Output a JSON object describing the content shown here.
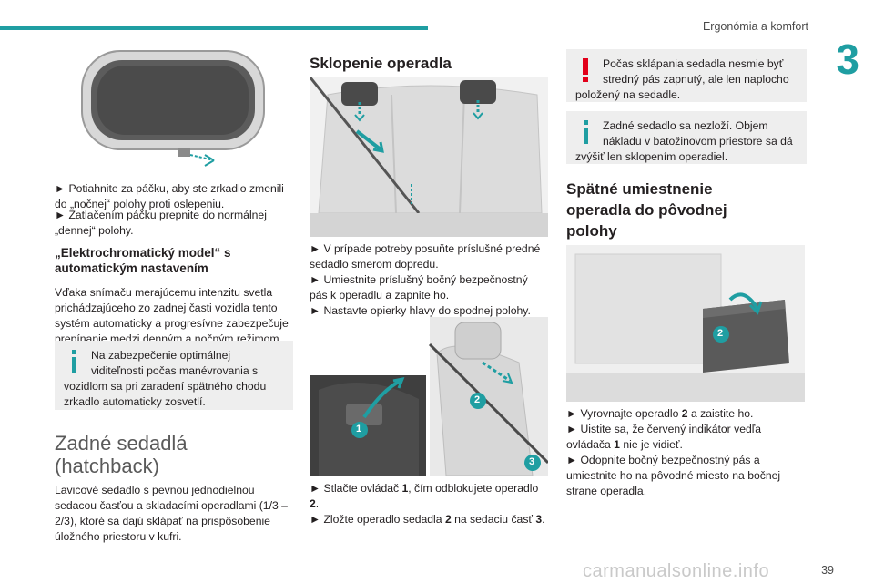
{
  "header": {
    "title": "Ergonómia a komfort",
    "chapter": "3",
    "page_number": "39"
  },
  "watermark": "carmanualsonline.info",
  "col1": {
    "mirror_steps": [
      "► Potiahnite za páčku, aby ste zrkadlo zmenili do „nočnej“ polohy proti oslepeniu.",
      "► Zatlačením páčku prepnite do normálnej „dennej“ polohy."
    ],
    "electro_heading": "„Elektrochromatický model“ s automatickým nastavením",
    "electro_text": "Vďaka snímaču merajúcemu intenzitu svetla prichádzajúceho zo zadnej časti vozidla tento systém automaticky a progresívne zabezpečuje prepínanie medzi denným a nočným režimom.",
    "electro_note": "Na zabezpečenie optimálnej viditeľnosti počas manévrovania s vozidlom sa pri zaradení spätného chodu zrkadlo automaticky zosvetlí.",
    "section_title_line1": "Zadné sedadlá",
    "section_title_line2": "(hatchback)",
    "section_text": "Lavicové sedadlo s pevnou jednodielnou sedacou časťou a skladacími operadlami (1/3 – 2/3), ktoré sa dajú sklápať na prispôsobenie úložného priestoru v kufri."
  },
  "col2": {
    "heading": "Sklopenie operadla",
    "prep_steps": [
      "► V prípade potreby posuňte príslušné predné sedadlo smerom dopredu.",
      "► Umiestnite príslušný bočný bezpečnostný pás k operadlu a zapnite ho.",
      "► Nastavte opierky hlavy do spodnej polohy."
    ],
    "fold_step1_a": "► Stlačte ovládač ",
    "fold_step1_b": "1",
    "fold_step1_c": ", čím odblokujete operadlo ",
    "fold_step1_d": "2",
    "fold_step1_e": ".",
    "fold_step2_a": "► Zložte operadlo sedadla ",
    "fold_step2_b": "2",
    "fold_step2_c": " na sedaciu časť ",
    "fold_step2_d": "3",
    "fold_step2_e": ".",
    "callouts": [
      "1",
      "2",
      "3"
    ]
  },
  "col3": {
    "warning_note": "Počas sklápania sedadla nesmie byť stredný pás zapnutý, ale len naplocho položený na sedadle.",
    "info_note": "Zadné sedadlo sa nezloží. Objem nákladu v batožinovom priestore sa dá zvýšiť len sklopením operadiel.",
    "heading_line1": "Spätné umiestnenie",
    "heading_line2": "operadla do pôvodnej",
    "heading_line3": "polohy",
    "callout": "2",
    "step1_a": "► Vyrovnajte operadlo ",
    "step1_b": "2",
    "step1_c": " a zaistite ho.",
    "step2_a": "► Uistite sa, že červený indikátor vedľa ovládača ",
    "step2_b": "1",
    "step2_c": " nie je vidieť.",
    "step3": "► Odopnite bočný bezpečnostný pás a umiestnite ho na pôvodné miesto na bočnej strane operadla."
  },
  "colors": {
    "accent": "#1f9ea2",
    "warning": "#e2001a",
    "note_bg": "#eeeeee"
  }
}
